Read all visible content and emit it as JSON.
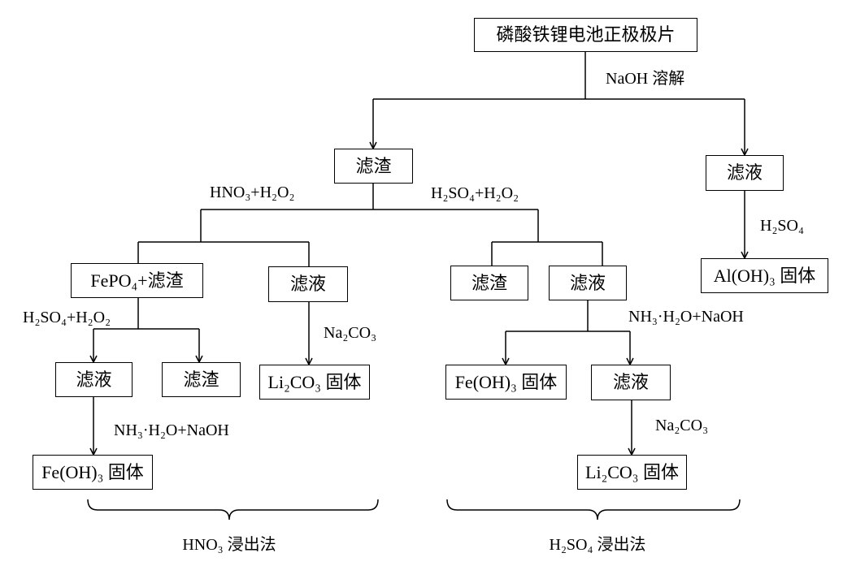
{
  "colors": {
    "ink": "#000000",
    "background": "#ffffff"
  },
  "boxes": {
    "cathode": "磷酸铁锂电池正极极片",
    "residue_naoh": "滤渣",
    "filtrate_naoh": "滤液",
    "fepo4_residue": "FePO₄+滤渣",
    "filtrate_hno3": "滤液",
    "residue_h2so4": "滤渣",
    "filtrate_h2so4": "滤液",
    "al_oh3_solid": "Al(OH)₃ 固体",
    "filtrate_fepo4": "滤液",
    "residue_fepo4": "滤渣",
    "li2co3_solid_hno3": "Li₂CO₃ 固体",
    "feoh3_solid_h2so4": "Fe(OH)₃ 固体",
    "filtrate_li_h2so4": "滤液",
    "feoh3_solid_hno3": "Fe(OH)₃ 固体",
    "li2co3_solid_h2so4": "Li₂CO₃ 固体"
  },
  "reagents": {
    "naoh_dissolve": "NaOH 溶解",
    "hno3_h2o2": "HNO₃+H₂O₂",
    "h2so4_h2o2_main": "H₂SO₄+H₂O₂",
    "h2so4_al": "H₂SO₄",
    "h2so4_h2o2_fepo4": "H₂SO₄+H₂O₂",
    "na2co3_hno3": "Na₂CO₃",
    "nh3_naoh_h2so4": "NH₃·H₂O+NaOH",
    "nh3_naoh_hno3": "NH₃·H₂O+NaOH",
    "na2co3_h2so4": "Na₂CO₃"
  },
  "methods": {
    "hno3_method": "HNO₃ 浸出法",
    "h2so4_method": "H₂SO₄ 浸出法"
  }
}
